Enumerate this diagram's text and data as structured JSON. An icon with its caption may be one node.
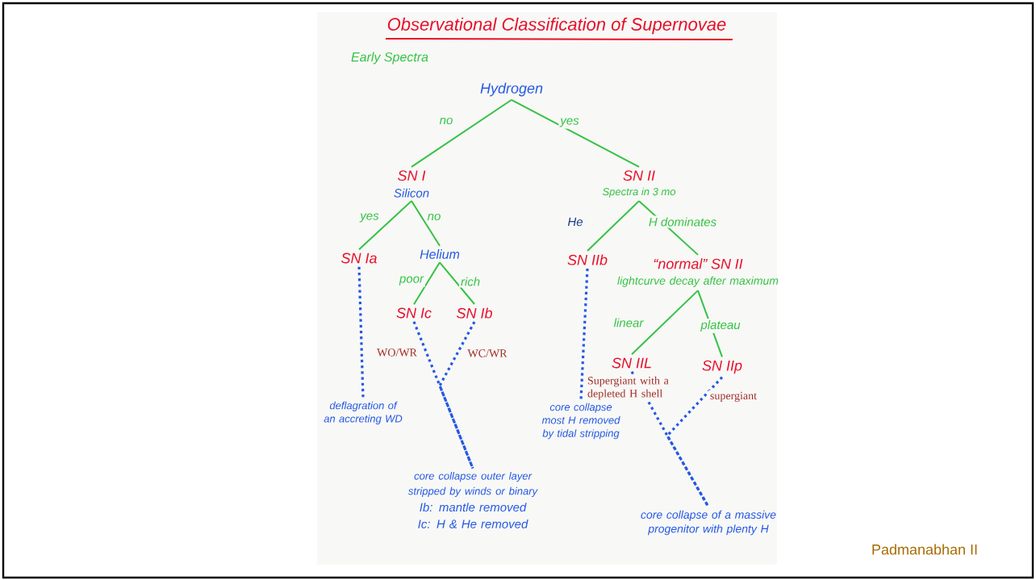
{
  "diagram": {
    "title": "Observational Classification of Supernovae",
    "nodes": [
      {
        "text": [
          "Hydrogen"
        ]
      },
      {
        "text": [
          "SN I",
          "Silicon"
        ]
      },
      {
        "text": [
          "SN II",
          "Spectra in 3 mo"
        ]
      },
      {
        "text": [
          "SN Ia"
        ]
      },
      {
        "text": [
          "Helium"
        ]
      },
      {
        "text": [
          "SN IIb"
        ]
      },
      {
        "text": [
          "“normal” SN II",
          "lightcurve decay after maximum"
        ]
      },
      {
        "text": [
          "SN Ic"
        ]
      },
      {
        "text": [
          "SN Ib"
        ]
      },
      {
        "text": [
          "SN IIL"
        ]
      },
      {
        "text": [
          "SN IIp"
        ]
      },
      {
        "text": [
          "deflagration of an accreting WD"
        ]
      },
      {
        "text": [
          "core collapse outer layer stripped by winds or binary",
          "Ib: mantle removed",
          "Ic: H & He removed"
        ]
      },
      {
        "text": [
          "core collapse most H removed by tidal stripping"
        ]
      },
      {
        "text": [
          "core collapse of a massive progenitor with plenty H"
        ]
      }
    ],
    "edges": [
      {
        "from": 0,
        "to": 1,
        "arrow": "none",
        "label": "no"
      },
      {
        "from": 0,
        "to": 2,
        "arrow": "none",
        "label": "yes"
      },
      {
        "from": 1,
        "to": 3,
        "arrow": "none",
        "label": "yes"
      },
      {
        "from": 1,
        "to": 4,
        "arrow": "none",
        "label": "no"
      },
      {
        "from": 2,
        "to": 5,
        "arrow": "none",
        "label": "He"
      },
      {
        "from": 2,
        "to": 6,
        "arrow": "none",
        "label": "H dominates"
      },
      {
        "from": 4,
        "to": 7,
        "arrow": "none",
        "label": "poor"
      },
      {
        "from": 4,
        "to": 8,
        "arrow": "none",
        "label": "rich"
      },
      {
        "from": 6,
        "to": 9,
        "arrow": "none",
        "label": "linear"
      },
      {
        "from": 6,
        "to": 10,
        "arrow": "none",
        "label": "plateau"
      },
      {
        "from": 3,
        "to": 11,
        "arrow": "none",
        "style": "dashed",
        "color": "#2458e6"
      },
      {
        "from": 7,
        "to": 12,
        "arrow": "none",
        "style": "dashed",
        "color": "#2458e6",
        "label": "WO/WR"
      },
      {
        "from": 8,
        "to": 12,
        "arrow": "none",
        "style": "dashed",
        "color": "#2458e6",
        "label": "WC/WR"
      },
      {
        "from": 5,
        "to": 13,
        "arrow": "none",
        "style": "dashed",
        "color": "#2458e6"
      },
      {
        "from": 9,
        "to": 14,
        "arrow": "none",
        "style": "dashed",
        "color": "#2458e6",
        "label": "Supergiant with a depleted H shell"
      },
      {
        "from": 10,
        "to": 14,
        "arrow": "none",
        "style": "dashed",
        "color": "#2458e6",
        "label": "supergiant"
      }
    ],
    "labels": [
      "Early Spectra",
      "Padmanabhan II"
    ]
  }
}
